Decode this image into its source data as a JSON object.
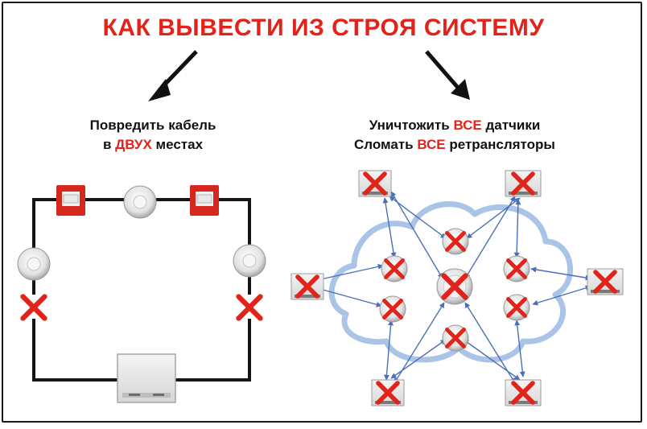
{
  "title": "КАК ВЫВЕСТИ ИЗ СТРОЯ СИСТЕМУ",
  "left_caption": {
    "line1": "Повредить кабель",
    "line2_pre": "в ",
    "line2_highlight": "ДВУХ",
    "line2_post": " местах"
  },
  "right_caption": {
    "line1_pre": "Уничтожить ",
    "line1_highlight": "ВСЕ",
    "line1_post": " датчики",
    "line2_pre": "Сломать ",
    "line2_highlight": "ВСЕ",
    "line2_post": " ретрансляторы"
  },
  "colors": {
    "accent_red": "#e2231a",
    "cable": "#151515",
    "cloud": "#a9c4e6",
    "link": "#4a6fb8"
  },
  "icons": [
    "arrow-down-left-icon",
    "arrow-down-right-icon",
    "red-cross-icon",
    "smoke-detector-icon",
    "manual-call-point-icon",
    "control-panel-icon",
    "repeater-icon"
  ]
}
